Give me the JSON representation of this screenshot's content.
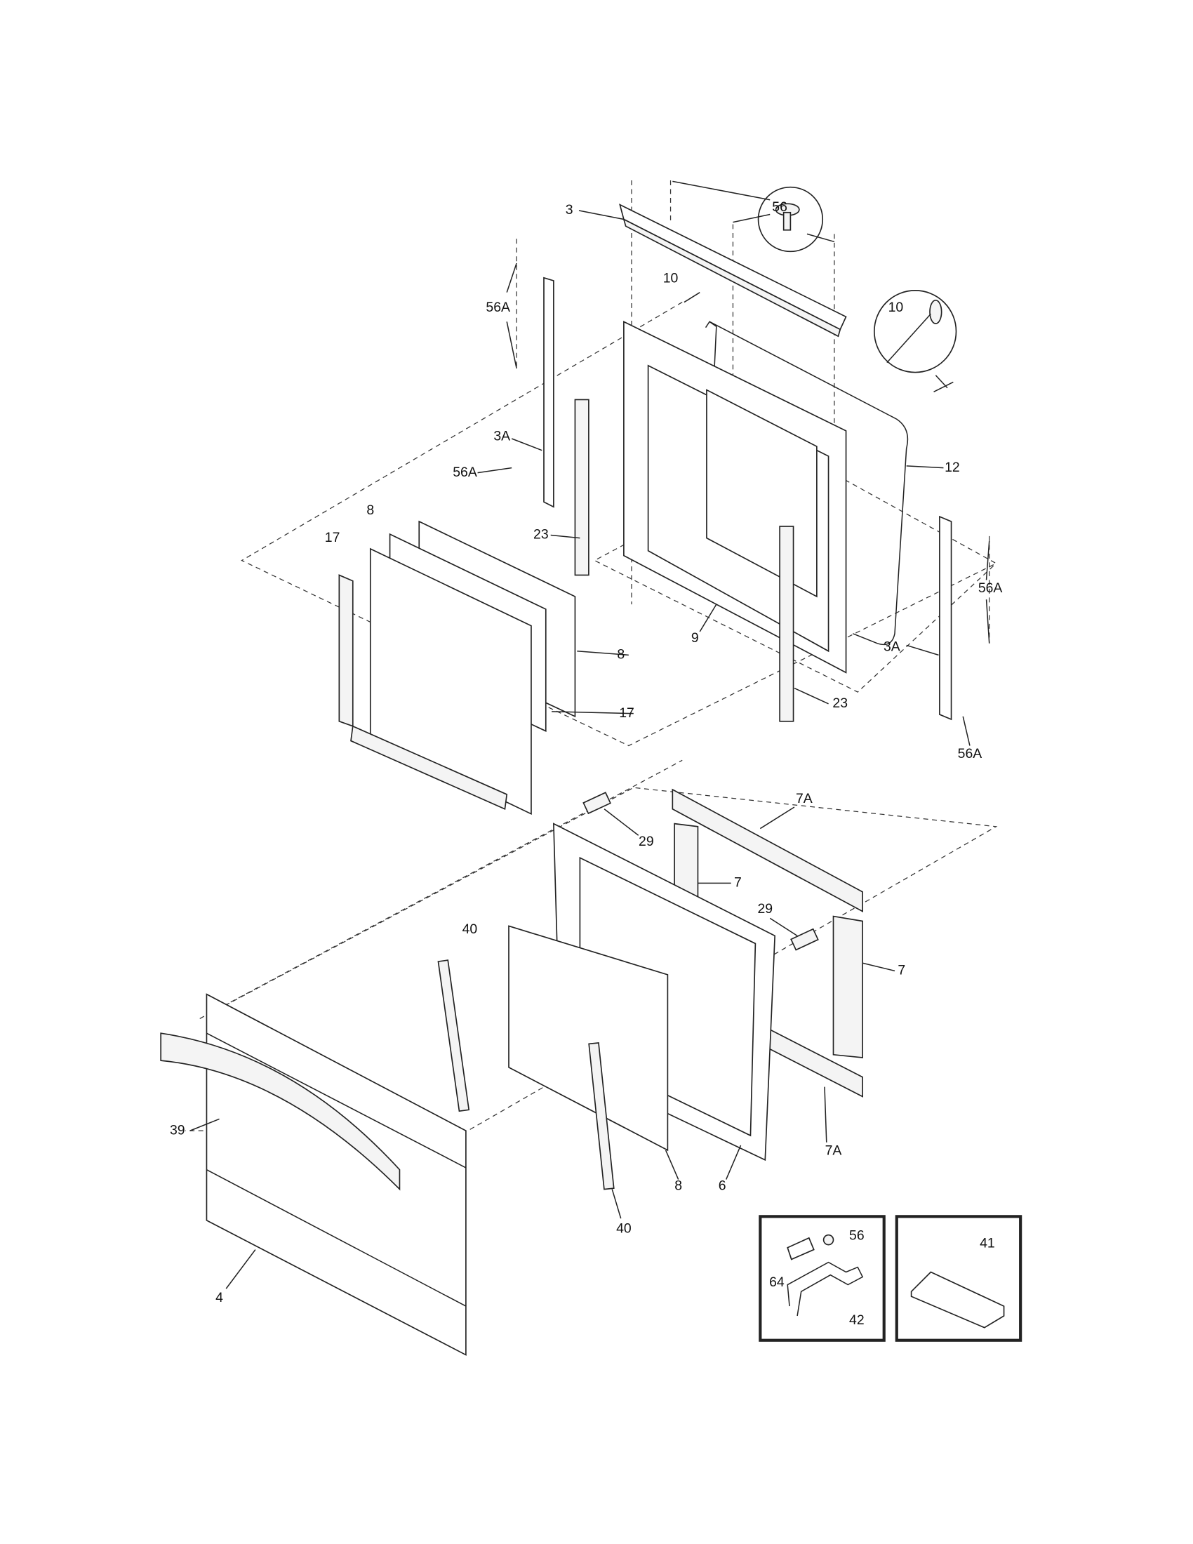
{
  "diagram": {
    "callouts": {
      "c3": "3",
      "c56_top": "56",
      "c10_a": "10",
      "c10_b": "10",
      "c56a_1": "56A",
      "c3a_1": "3A",
      "c56a_2": "56A",
      "c12": "12",
      "c8_1": "8",
      "c17_1": "17",
      "c23_1": "23",
      "c56a_3": "56A",
      "c9": "9",
      "c8_2": "8",
      "c3a_2": "3A",
      "c17_2": "17",
      "c23_2": "23",
      "c56a_4": "56A",
      "c7a_1": "7A",
      "c29_1": "29",
      "c7_1": "7",
      "c29_2": "29",
      "c40_1": "40",
      "c7_2": "7",
      "c39": "39",
      "c7a_2": "7A",
      "c8_3": "8",
      "c6": "6",
      "c40_2": "40",
      "c4": "4",
      "c56_inset": "56",
      "c41": "41",
      "c64": "64",
      "c42": "42"
    }
  }
}
